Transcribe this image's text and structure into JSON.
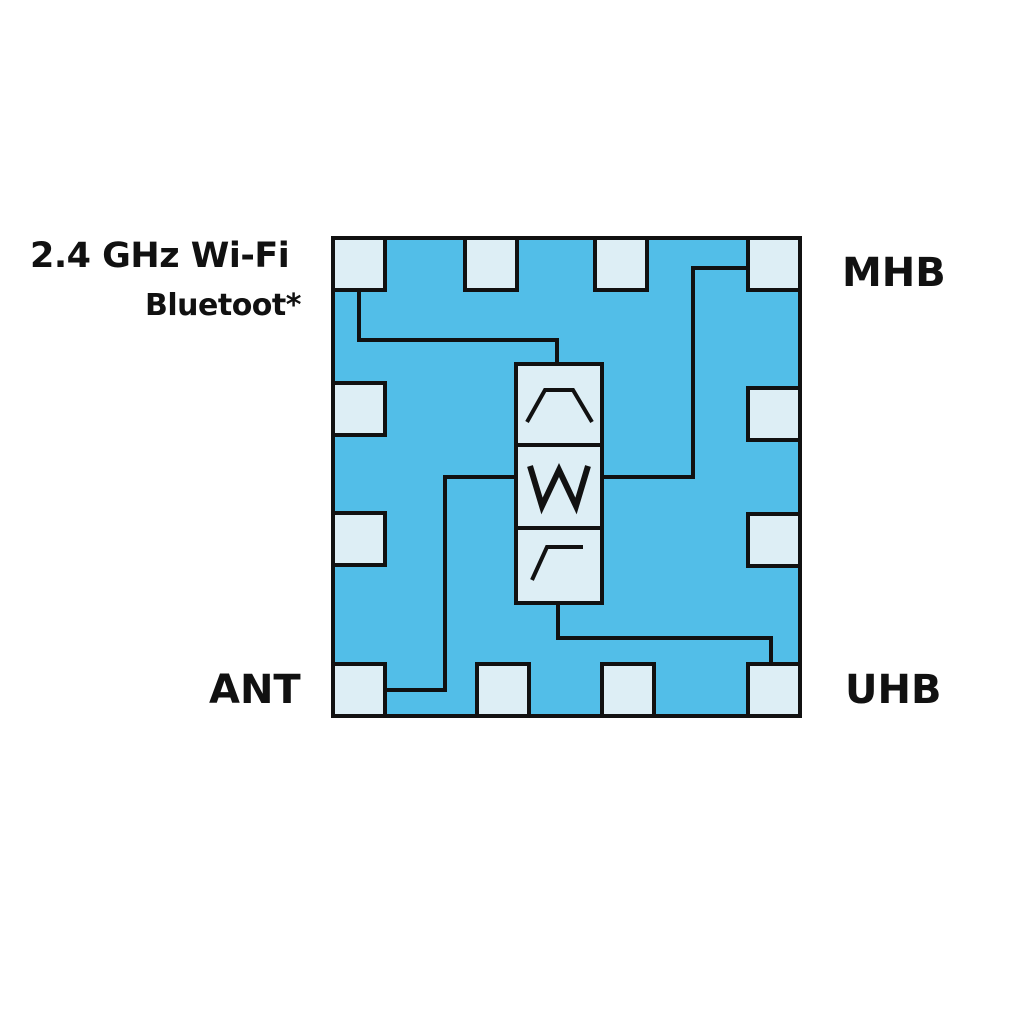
{
  "labels": {
    "top_left_line1": "2.4 GHz Wi-Fi",
    "top_left_line2": "Bluetoot*",
    "top_right": "MHB",
    "bottom_left": "ANT",
    "bottom_right": "UHB"
  },
  "filter_blocks": [
    {
      "name": "bandpass-filter",
      "symbol": "bandpass"
    },
    {
      "name": "diplexer",
      "symbol": "W"
    },
    {
      "name": "highpass-filter",
      "symbol": "highpass"
    }
  ],
  "colors": {
    "substrate": "#52BEE8",
    "pad": "#DDEEF5",
    "outline": "#111111",
    "text": "#111111"
  }
}
